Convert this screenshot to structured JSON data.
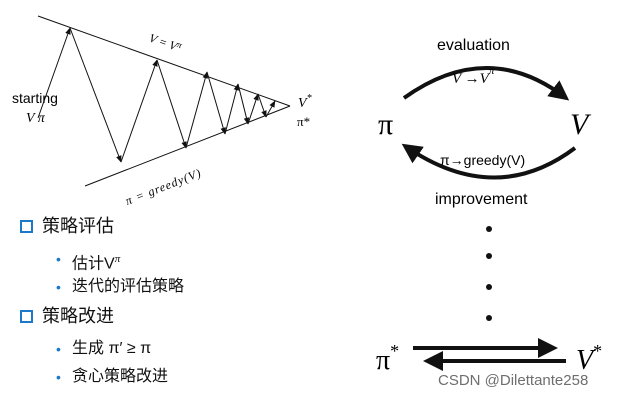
{
  "left_diagram": {
    "start_label_1": "starting",
    "start_label_2": "V  π",
    "top_line_label": "V = V",
    "top_line_label_sup": "π",
    "bottom_line_label": "π = greedy(V)",
    "end_v_label": "V",
    "end_v_sup": "*",
    "end_pi_label": "π*"
  },
  "right_diagram": {
    "pi_label": "π",
    "v_label": "V",
    "evaluation_label": "evaluation",
    "eval_formula": "V →V",
    "eval_formula_sup": "π",
    "improvement_label": "improvement",
    "improve_formula": "π→greedy(V)",
    "pi_star": "π",
    "pi_star_sup": "*",
    "v_star": "V",
    "v_star_sup": "*"
  },
  "bullets": {
    "policy_evaluation": "策略评估",
    "estimate_prefix": "估计V",
    "estimate_sup": "π",
    "iterative_eval": "迭代的评估策略",
    "policy_improvement": "策略改进",
    "generate": "生成 π′ ≥ π",
    "greedy": "贪心策略改进"
  },
  "watermark": "CSDN @Dilettante258",
  "colors": {
    "bullet_accent": "#1c78c8",
    "ink": "#111111",
    "watermark": "#6e6e6e"
  }
}
